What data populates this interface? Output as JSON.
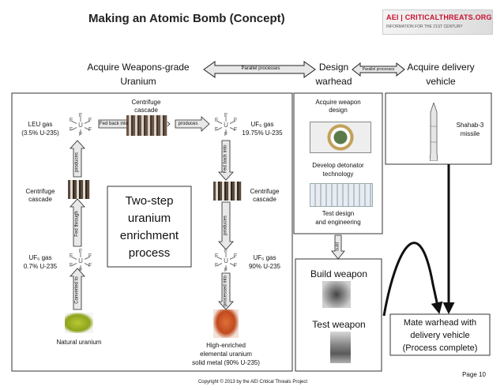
{
  "title": "Making an Atomic Bomb (Concept)",
  "logo": {
    "brand": "AEI | CRITICALTHREATS.ORG",
    "tagline": "INFORMATION FOR THE 21ST CENTURY"
  },
  "colors": {
    "accent_red": "#c8102e",
    "arrow": "#111111",
    "box_border": "#333333",
    "arrow_bg": "#e8e8e8"
  },
  "top_row": {
    "weapons_grade_line1": "Acquire Weapons-grade",
    "weapons_grade_line2": "Uranium",
    "parallel_1": "Parallel processes",
    "design_line1": "Design",
    "design_line2": "warhead",
    "parallel_2": "Parallel processes",
    "delivery_line1": "Acquire delivery",
    "delivery_line2": "vehicle"
  },
  "enrichment": {
    "leu_gas_line1": "LEU gas",
    "leu_gas_line2": "(3.5% U-235)",
    "centrifuge_top_line1": "Centrifuge",
    "centrifuge_top_line2": "cascade",
    "fed_back_into": "Fed back into",
    "produces": "produces",
    "uf6_1975_line1": "UF₆ gas",
    "uf6_1975_line2": "19.75% U-235",
    "fed_back_into_vertical": "Fed back into",
    "produces_left": "produces",
    "centrifuge_left_line1": "Centrifuge",
    "centrifuge_left_line2": "cascade",
    "centrifuge_right_line1": "Centrifuge",
    "centrifuge_right_line2": "cascade",
    "center_line1": "Two-step",
    "center_line2": "uranium",
    "center_line3": "enrichment",
    "center_line4": "process",
    "fed_through": "Fed through",
    "produces_right": "produces",
    "uf6_07_line1": "UF₆ gas",
    "uf6_07_line2": "0.7% U-235",
    "uf6_90_line1": "UF₆ gas",
    "uf6_90_line2": "90% U-235",
    "converted_to": "Converted to",
    "processed_into": "processed into",
    "natural_uranium": "Natural uranium",
    "he_line1": "High-enriched",
    "he_line2": "elemental uranium",
    "he_line3": "solid metal (90% U-235)"
  },
  "design": {
    "acquire_design_line1": "Acquire weapon",
    "acquire_design_line2": "design",
    "detonator_line1": "Develop detonator",
    "detonator_line2": "technology",
    "test_design_line1": "Test design",
    "test_design_line2": "and engineering",
    "build_then": "build",
    "build_weapon": "Build weapon",
    "test_weapon": "Test weapon"
  },
  "delivery": {
    "shahab_line1": "Shahab-3",
    "shahab_line2": "missile"
  },
  "mate": {
    "line1": "Mate warhead with",
    "line2": "delivery vehicle",
    "line3": "(Process complete)"
  },
  "footer": {
    "copyright": "Copyright © 2013 by the AEI Critical Threats Project",
    "page": "Page 10"
  },
  "uf6_symbol": {
    "center": "U",
    "ligand": "F"
  }
}
